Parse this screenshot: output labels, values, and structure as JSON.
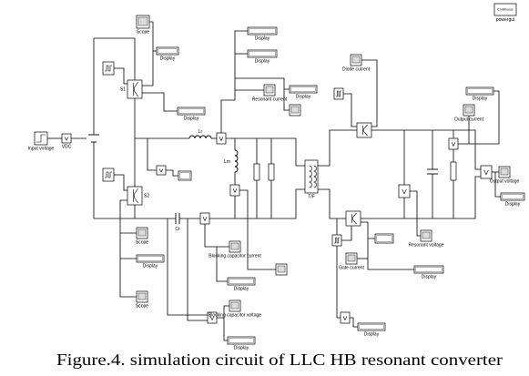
{
  "caption": "Figure.4. simulation circuit of LLC HB resonant converter",
  "powergui": {
    "mode": "Continuous",
    "label": "powergui"
  },
  "components": {
    "lr": "Lr",
    "cr": "Cr",
    "lm": "Lm"
  },
  "blocks": {
    "input_voltage": "Input voltage",
    "vdc": "VDC",
    "scope_top": "Scope",
    "display_s1": "Display",
    "s1": "S1",
    "s2": "S2",
    "display_top": "Display",
    "display_res_a": "Display",
    "display_res_b": "Display",
    "resonant_current": "Resonant current",
    "display_res_c": "Display",
    "tf": "T/F",
    "diode_current": "Diode current",
    "display_out": "Display",
    "output_current": "Output current",
    "output_voltage": "Output voltage",
    "display_vo": "Display",
    "gate_current": "Gate current",
    "display_gate": "Display",
    "resonant_voltage": "Resonant voltage",
    "scope_s2_a": "Scope",
    "display_s2": "Display",
    "scope_s2_b": "Scope",
    "bc_current": "Blocking capacitor current",
    "display_bc_i": "Display",
    "bc_voltage": "Blocking capacitor voltage",
    "display_bc_v": "Display",
    "display_vs": "Display"
  }
}
